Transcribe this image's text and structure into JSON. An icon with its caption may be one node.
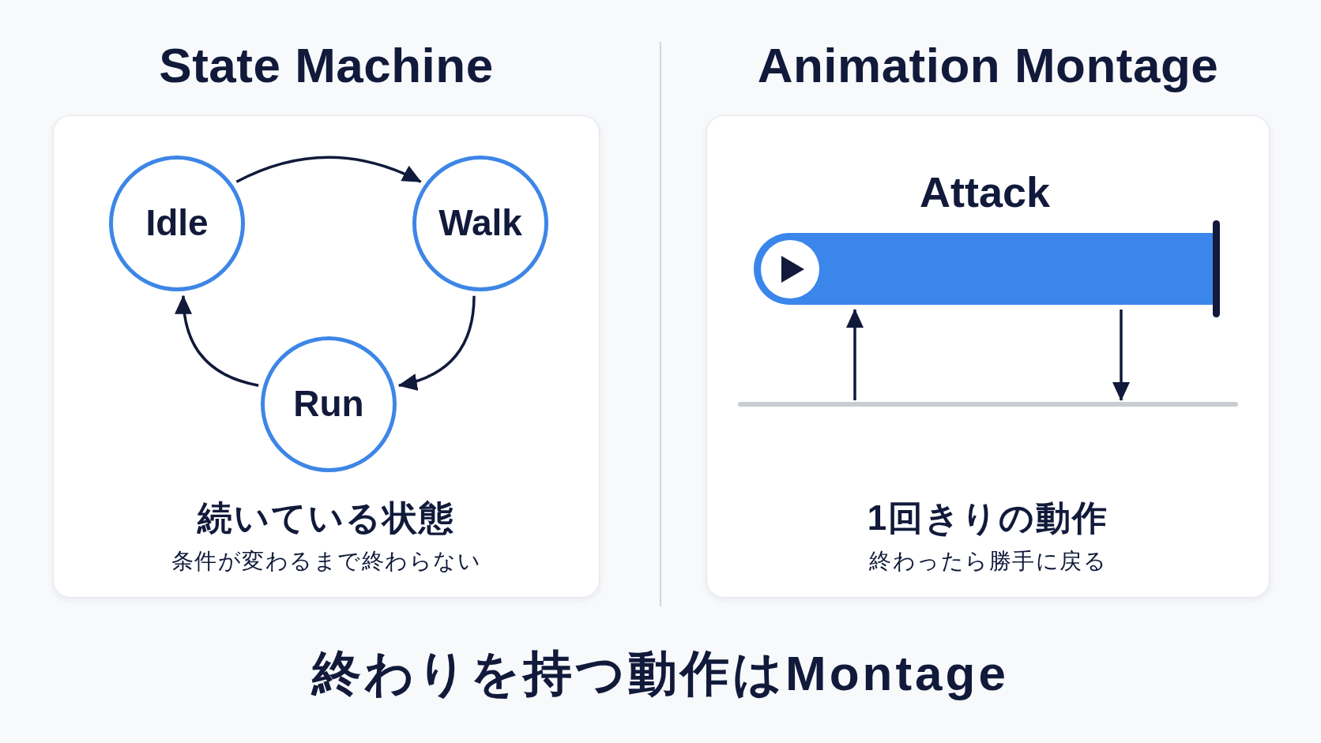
{
  "diagram": {
    "caption": "終わりを持つ動作はMontage",
    "nodes": [
      {
        "text": [
          "State Machine",
          "続いている状態",
          "条件が変わるまで終わらない"
        ]
      },
      {
        "text": [
          "Idle"
        ],
        "in": 0
      },
      {
        "text": [
          "Walk"
        ],
        "in": 0
      },
      {
        "text": [
          "Run"
        ],
        "in": 0
      },
      {
        "text": [
          "Animation Montage",
          "1回きりの動作",
          "終わったら勝手に戻る"
        ]
      },
      {
        "text": [
          "Attack"
        ],
        "in": 4
      },
      {
        "text": [],
        "shape": "bar",
        "in": 4
      }
    ],
    "edges": [
      {
        "from": 1,
        "to": 2,
        "arrow": "to"
      },
      {
        "from": 2,
        "to": 3,
        "arrow": "to"
      },
      {
        "from": 3,
        "to": 1,
        "arrow": "to"
      },
      {
        "from": 6,
        "to": 5,
        "arrow": "to"
      },
      {
        "from": 5,
        "to": 6,
        "arrow": "to"
      }
    ]
  }
}
